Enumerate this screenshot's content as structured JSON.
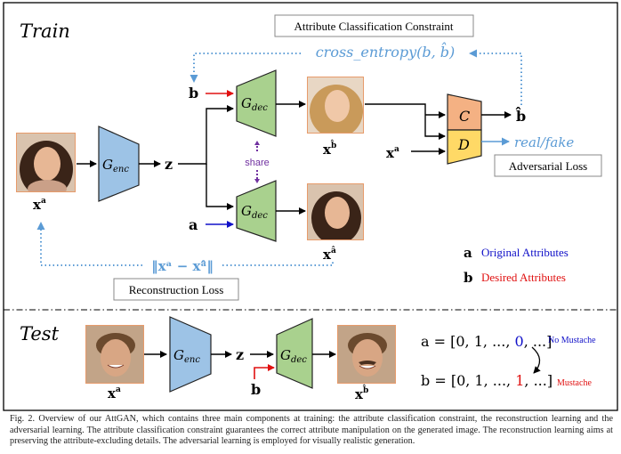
{
  "train": {
    "section_title": "Train",
    "attr_constraint_label": "Attribute Classification Constraint",
    "cross_entropy": "cross_entropy(b, b̂)",
    "real_fake": "real/fake",
    "adversarial_loss_label": "Adversarial Loss",
    "reconstruction_loss_label": "Reconstruction Loss",
    "recon_formula": "‖xᵃ − xᵃ̂‖",
    "share_label": "share",
    "input_b": "b",
    "input_a": "a",
    "input_z": "z",
    "input_xa": "xᵃ",
    "encoder_label": "G",
    "encoder_sub": "enc",
    "decoder_label": "G",
    "decoder_sub": "dec",
    "classifier_c": "C",
    "discriminator_d": "D",
    "output_bhat": "b̂",
    "img_xa": "xᵃ",
    "img_xb_label": "xᵇ̂",
    "img_xahat_label": "xᵃ̂",
    "legend": [
      {
        "key": "a",
        "text": "Original Attributes",
        "color": "#1010c8"
      },
      {
        "key": "b",
        "text": "Desired Attributes",
        "color": "#e01010"
      }
    ]
  },
  "test": {
    "section_title": "Test",
    "input_b": "b",
    "input_z": "z",
    "img_xa": "xᵃ",
    "img_xb": "xᵇ̂",
    "a_vec": {
      "prefix": "a = [0, 1, ..., ",
      "val": "0",
      "suffix": ", ...]",
      "color": "#1010c8"
    },
    "b_vec": {
      "prefix": "b = [0, 1, ..., ",
      "val": "1",
      "suffix": ", ...]",
      "color": "#e01010"
    },
    "no_mustache": "No Mustache",
    "mustache": "Mustache"
  },
  "colors": {
    "encoder": "#9dc3e6",
    "decoder": "#a9d18e",
    "classifier": "#f4b183",
    "discriminator": "#ffd966",
    "dotted_blue": "#5b9bd5",
    "share_purple": "#7030a0"
  },
  "caption": "Fig. 2.  Overview of our AttGAN, which contains three main components at training: the attribute classification constraint, the reconstruction learning and the adversarial learning. The attribute classification constraint guarantees the correct attribute manipulation on the generated image. The reconstruction learning aims at preserving the attribute-excluding details. The adversarial learning is employed for visually realistic generation."
}
